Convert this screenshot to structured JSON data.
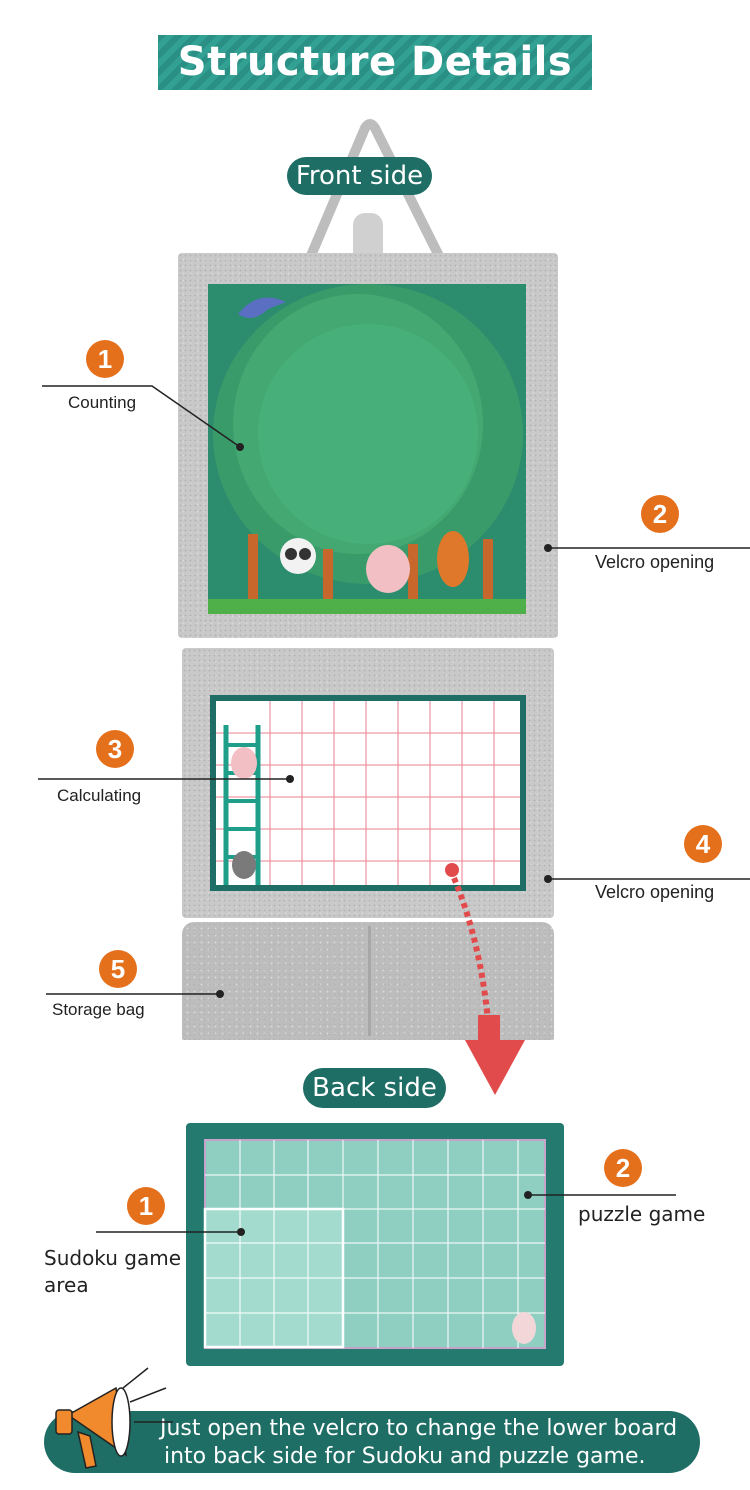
{
  "header": {
    "title": "Structure Details"
  },
  "front": {
    "title": "Front side"
  },
  "back": {
    "title": "Back side"
  },
  "callouts": [
    {
      "number": "1",
      "label": "Counting"
    },
    {
      "number": "2",
      "label": "Velcro opening"
    },
    {
      "number": "3",
      "label": "Calculating"
    },
    {
      "number": "4",
      "label": "Velcro opening"
    },
    {
      "number": "5",
      "label": "Storage bag"
    }
  ],
  "back_callouts": [
    {
      "number": "1",
      "label_line1": "Sudoku game",
      "label_line2": "area"
    },
    {
      "number": "2",
      "label": "puzzle game"
    }
  ],
  "footer": {
    "line1": "Just open the velcro to change the lower board",
    "line2": "into back side for Sudoku and puzzle game."
  },
  "colors": {
    "teal": "#1f6e66",
    "orange": "#e5701c",
    "arrow": "#e24b4b",
    "felt": "#c9c9c9"
  },
  "icons": [
    "megaphone-icon",
    "arrow-down-icon",
    "hanger-loop-icon"
  ]
}
